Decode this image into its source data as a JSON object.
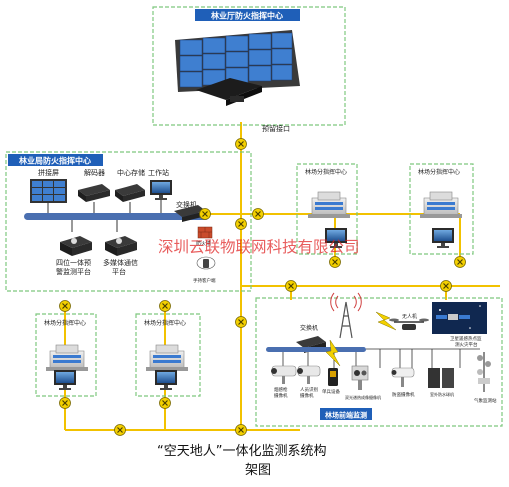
{
  "boxes": {
    "top_center": "林业厅防火指挥中心",
    "county_center": "林业局防火指挥中心",
    "forest_station_center": "林场分指挥中心",
    "front_monitor": "林场前端监测"
  },
  "labels": {
    "reserved_port": "预留接口",
    "splice_screen": "拼接屏",
    "decoder": "解码器",
    "central_storage": "中心存储",
    "workstation": "工作站",
    "switch": "交换机",
    "platform_4in1": "四位一体预\n警监测平台",
    "multimedia_platform": "多媒体通信\n平台",
    "firewall": "防火墙",
    "handheld_terminal": "手持客户端",
    "drone": "无人机",
    "satellite": "卫星遥感热点监\n测火灾平台",
    "smoke_camera": "烟感枪\n摄像机",
    "human_camera": "人员识别\n摄像机",
    "individual_device": "单兵设备",
    "dual_spectrum": "双光谱热成像摄像机",
    "anti_camera": "防盗摄像机",
    "weather_station": "气象监测站",
    "vidicon": "室外防水球机"
  },
  "caption": {
    "line1": "“空天地人”一体化监测系统构",
    "line2": "架图"
  },
  "watermark": "深圳云联物联网科技有限公司",
  "colors": {
    "box_border": "#7ec87e",
    "header_fill": "#1f5fb8",
    "cable": "#f2c200",
    "bus": "#4a6fb0"
  }
}
